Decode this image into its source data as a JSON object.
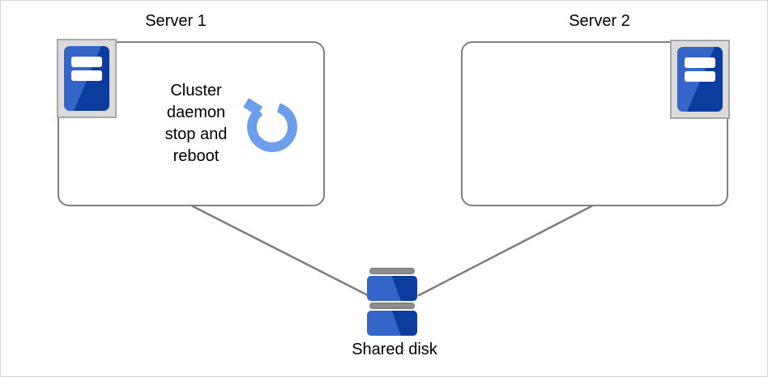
{
  "server1": {
    "title": "Server 1",
    "note": "Cluster\ndaemon\nstop and\nreboot"
  },
  "server2": {
    "title": "Server 2"
  },
  "shared_disk": {
    "label": "Shared disk"
  },
  "colors": {
    "line_gray": "#7f7f7f",
    "frame_fill": "#dbdbdb",
    "frame_border": "#a6a6a6",
    "blue_light": "#3565c8",
    "blue_dark": "#0c3c9e",
    "arrow_blue": "#6d9eeb",
    "bar_gray": "#8c8c8c",
    "text": "#000000",
    "canvas_border": "#d5d5d5"
  }
}
